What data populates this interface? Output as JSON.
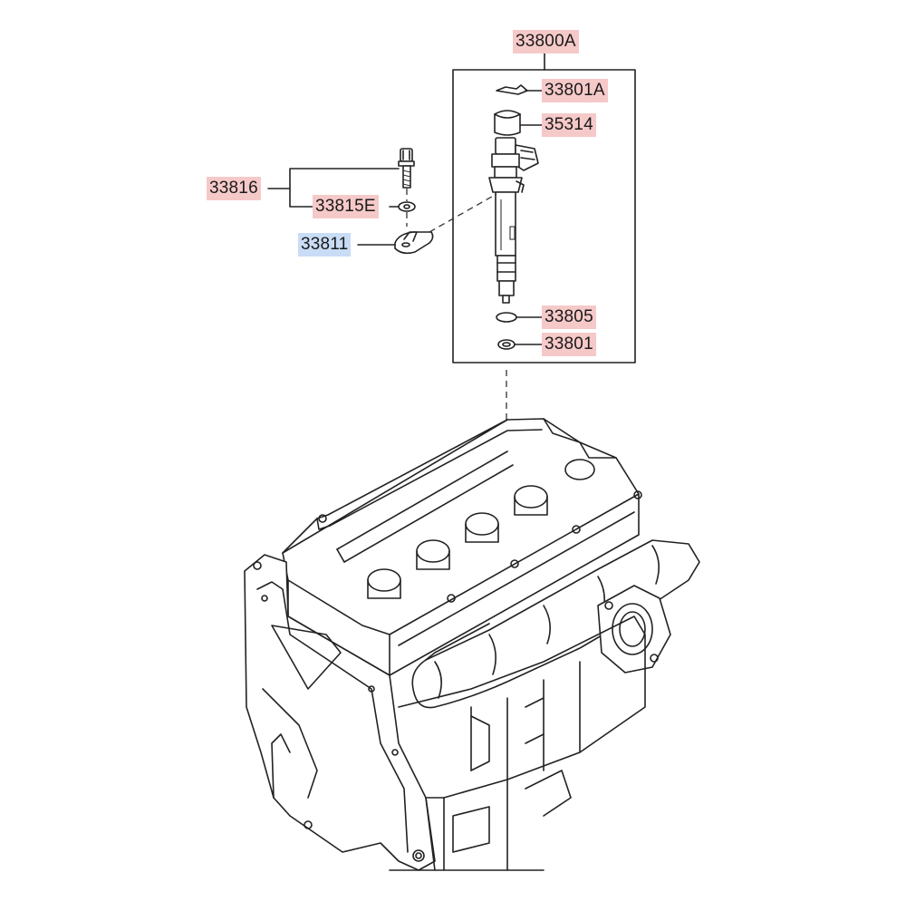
{
  "labels": {
    "assembly": "33800A",
    "clip": "33801A",
    "cap": "35314",
    "bolt_assembly": "33816",
    "washer": "33815E",
    "clamp": "33811",
    "o_ring": "33805",
    "seal_washer": "33801"
  },
  "colors": {
    "label_highlight": "#f6c9c9",
    "selected_highlight": "#c9dcf6"
  }
}
